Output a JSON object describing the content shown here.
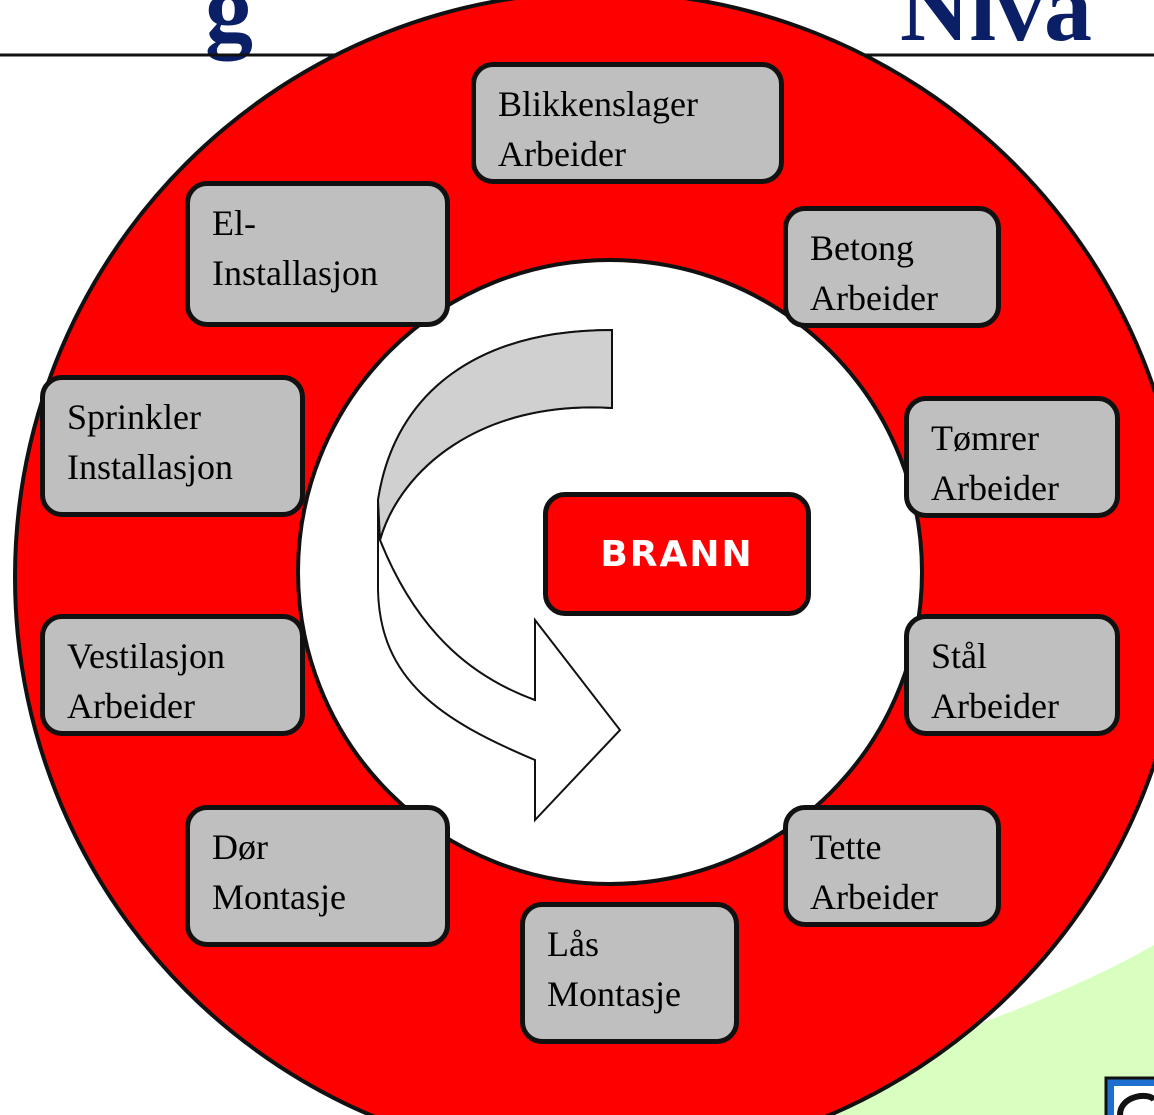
{
  "header": {
    "title_left_fragment": "g",
    "title_right_fragment": "Nivå"
  },
  "center": {
    "label": "BRANN"
  },
  "boxes": [
    {
      "line1": "Blikkenslager",
      "line2": "Arbeider"
    },
    {
      "line1": "Betong",
      "line2": "Arbeider"
    },
    {
      "line1": "Tømrer",
      "line2": "Arbeider"
    },
    {
      "line1": "Stål",
      "line2": "Arbeider"
    },
    {
      "line1": "Tette",
      "line2": "Arbeider"
    },
    {
      "line1": "Lås",
      "line2": "Montasje"
    },
    {
      "line1": "Dør",
      "line2": "Montasje"
    },
    {
      "line1": "Vestilasjon",
      "line2": "Arbeider"
    },
    {
      "line1": "Sprinkler",
      "line2": "Installasjon"
    },
    {
      "line1": "El-",
      "line2": "Installasjon"
    }
  ],
  "colors": {
    "ring": "#ff0000",
    "box_fill": "#bfbfbf",
    "center_fill": "#ff0000",
    "title": "#0a1f66",
    "decor_green": "#d9ffc0",
    "logo_blue": "#1f6fd0"
  }
}
